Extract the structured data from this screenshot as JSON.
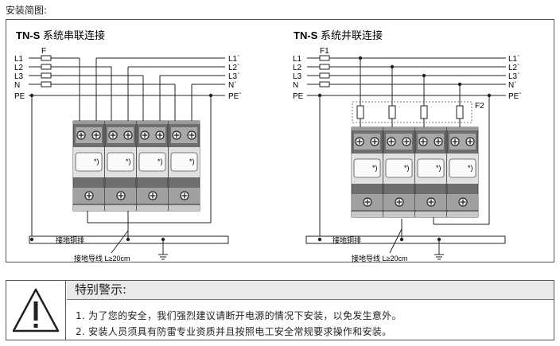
{
  "header": {
    "title": "安装简图:"
  },
  "left": {
    "title_bold": "TN-S",
    "title_rest": " 系统串联连接",
    "fuse_label": "F",
    "lines_in": [
      "L1",
      "L2",
      "L3",
      "N",
      "PE"
    ],
    "lines_out": [
      "L1`",
      "L2`",
      "L3`",
      "N`",
      "PE`"
    ],
    "module_mark": "*)",
    "busbar_label": "接地铜排",
    "ground_wire_label": "接地导线 L≥20cm"
  },
  "right": {
    "title_bold": "TN-S",
    "title_rest": " 系统并联连接",
    "fuse_label": "F1",
    "fuse2_label": "F2",
    "lines_in": [
      "L1",
      "L2",
      "L3",
      "N",
      "PE"
    ],
    "lines_out": [
      "L1`",
      "L2`",
      "L3`",
      "N`",
      "PE`"
    ],
    "module_mark": "*)",
    "busbar_label": "接地铜排",
    "ground_wire_label": "接地导线 L≥20cm"
  },
  "warning": {
    "title": "特别警示:",
    "line1": "1. 为了您的安全，我们强烈建议请断开电源的情况下安装，以免发生意外。",
    "line2": "2. 安装人员须具有防雷专业资质并且按照电工安全常规要求操作和安装。",
    "icon": "warning-triangle-icon"
  }
}
